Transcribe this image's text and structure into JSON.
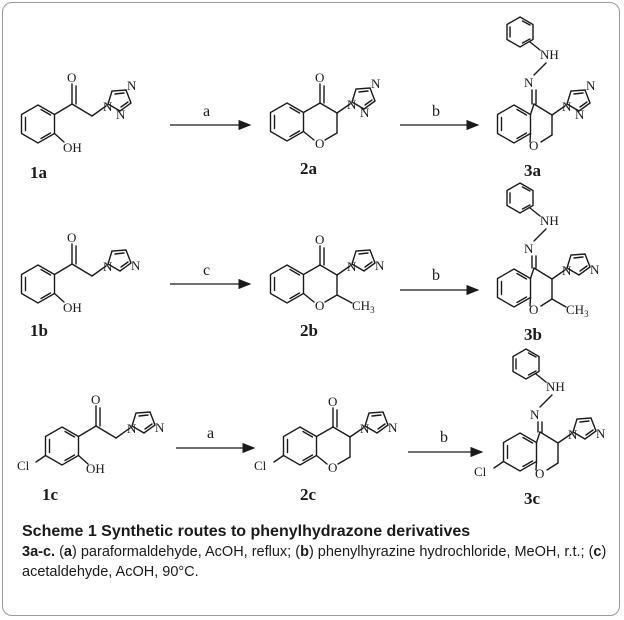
{
  "compounds": {
    "c1a": "1a",
    "c2a": "2a",
    "c3a": "3a",
    "c1b": "1b",
    "c2b": "2b",
    "c3b": "3b",
    "c1c": "1c",
    "c2c": "2c",
    "c3c": "3c"
  },
  "reagents": {
    "row1_step1": "a",
    "row1_step2": "b",
    "row2_step1": "c",
    "row2_step2": "b",
    "row3_step1": "a",
    "row3_step2": "b"
  },
  "atoms": {
    "O": "O",
    "N": "N",
    "OH": "OH",
    "NH": "NH",
    "Cl": "Cl",
    "CH": "CH",
    "three": "3"
  },
  "caption": {
    "title": "Scheme 1 Synthetic routes to phenylhydrazone derivatives",
    "compounds": "3a-c.",
    "a_key": "a",
    "a_text": ") paraformaldehyde, AcOH, reflux; (",
    "b_key": "b",
    "b_text": ") phenylhyrazine hydrochloride, MeOH, r.t.; (",
    "c_key": "c",
    "c_text": ") acetaldehyde, AcOH, 90°C."
  }
}
